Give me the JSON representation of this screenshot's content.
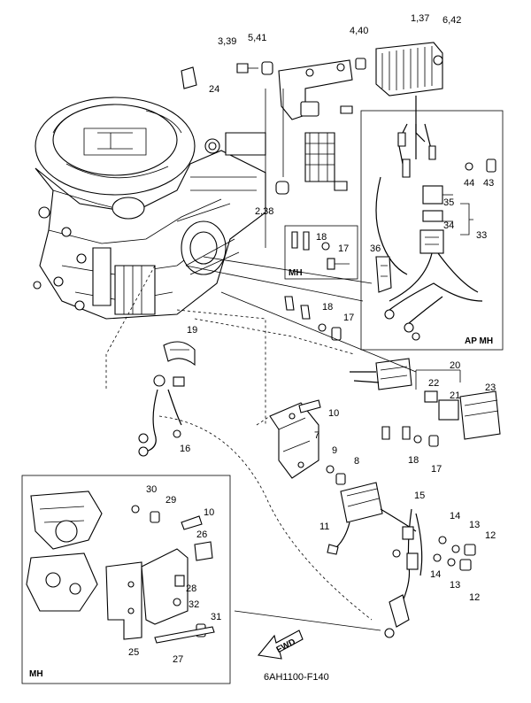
{
  "diagram": {
    "code": "6AH1100-F140",
    "fwd_label": "FWD",
    "insets": {
      "ap_mh": "AP MH",
      "mh_small": "MH",
      "mh_bottom": "MH"
    },
    "callouts": {
      "c_3_39": "3,39",
      "c_5_41": "5,41",
      "c_4_40": "4,40",
      "c_1_37": "1,37",
      "c_6_42": "6,42",
      "c_24": "24",
      "c_2_38": "2,38",
      "c_44": "44",
      "c_43": "43",
      "c_35": "35",
      "c_34": "34",
      "c_33": "33",
      "c_36": "36",
      "c_18a": "18",
      "c_17a": "17",
      "c_18b": "18",
      "c_17b": "17",
      "c_19": "19",
      "c_20": "20",
      "c_22": "22",
      "c_21": "21",
      "c_23": "23",
      "c_10a": "10",
      "c_7": "7",
      "c_9": "9",
      "c_8": "8",
      "c_16": "16",
      "c_18c": "18",
      "c_17c": "17",
      "c_15": "15",
      "c_11": "11",
      "c_14a": "14",
      "c_13a": "13",
      "c_12a": "12",
      "c_14b": "14",
      "c_13b": "13",
      "c_12b": "12",
      "c_30": "30",
      "c_29": "29",
      "c_10b": "10",
      "c_26": "26",
      "c_28": "28",
      "c_32": "32",
      "c_31": "31",
      "c_25": "25",
      "c_27": "27"
    }
  }
}
